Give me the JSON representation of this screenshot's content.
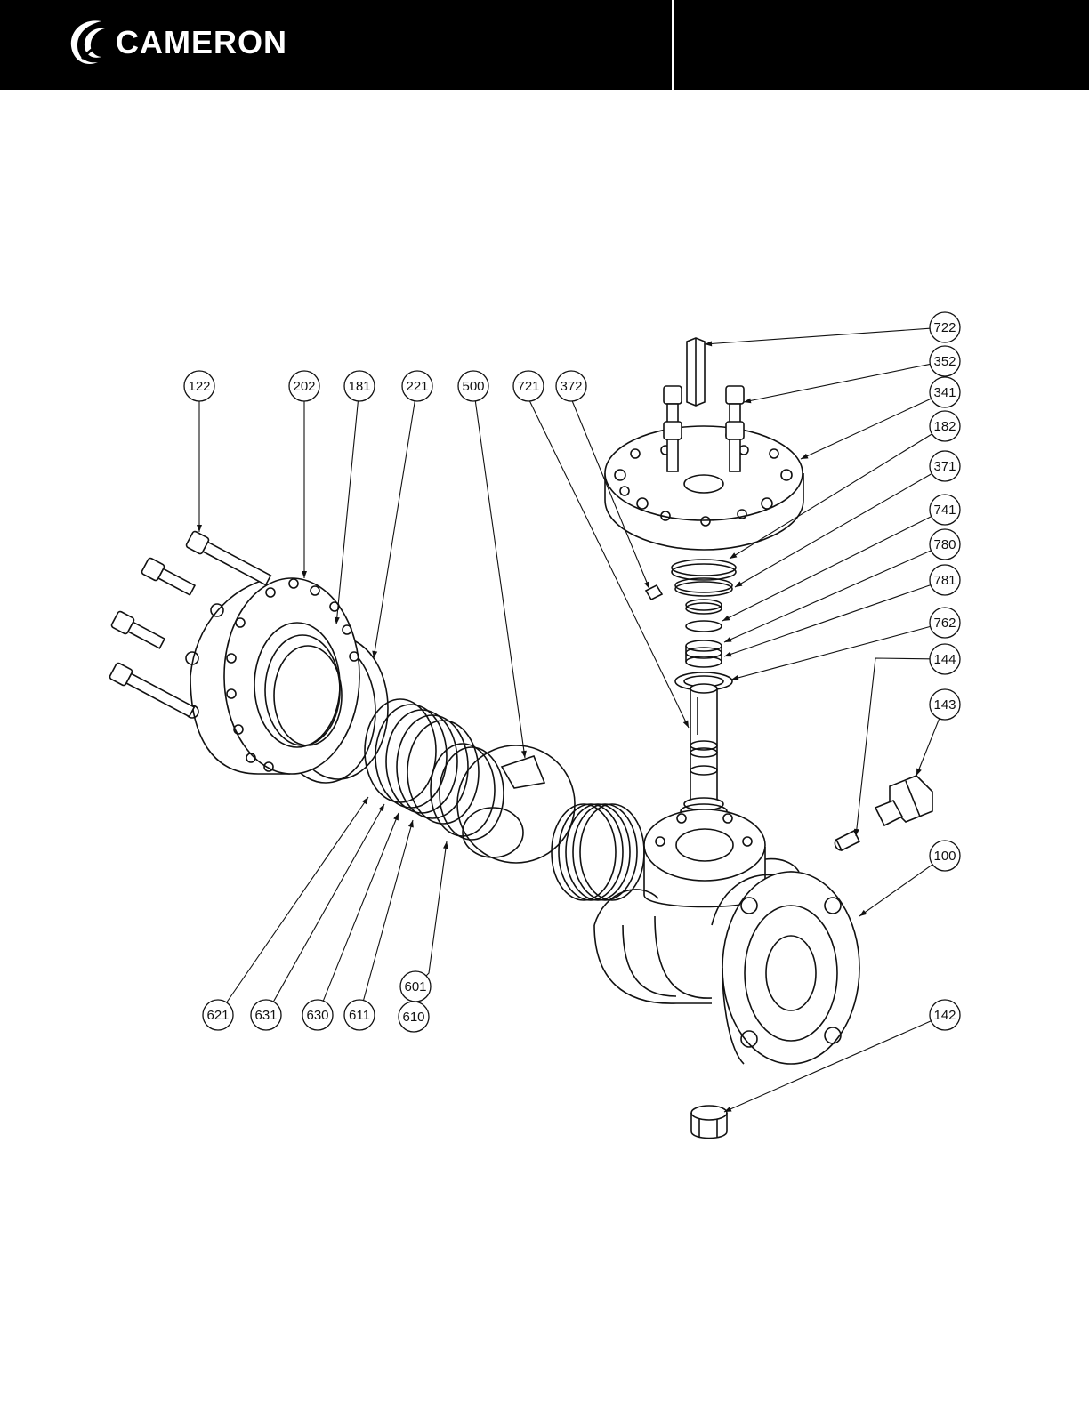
{
  "header": {
    "brand": "CAMERON",
    "logo_icon": "cameron-c-swoosh-icon",
    "background": "#000000",
    "text_color": "#ffffff"
  },
  "diagram": {
    "line_color": "#111111",
    "callouts": [
      {
        "id": "c722",
        "label": "722"
      },
      {
        "id": "c352",
        "label": "352"
      },
      {
        "id": "c341",
        "label": "341"
      },
      {
        "id": "c182",
        "label": "182"
      },
      {
        "id": "c371",
        "label": "371"
      },
      {
        "id": "c741",
        "label": "741"
      },
      {
        "id": "c780",
        "label": "780"
      },
      {
        "id": "c781",
        "label": "781"
      },
      {
        "id": "c762",
        "label": "762"
      },
      {
        "id": "c144",
        "label": "144"
      },
      {
        "id": "c143",
        "label": "143"
      },
      {
        "id": "c100",
        "label": "100"
      },
      {
        "id": "c142",
        "label": "142"
      },
      {
        "id": "c122",
        "label": "122"
      },
      {
        "id": "c202",
        "label": "202"
      },
      {
        "id": "c181",
        "label": "181"
      },
      {
        "id": "c221",
        "label": "221"
      },
      {
        "id": "c500",
        "label": "500"
      },
      {
        "id": "c721",
        "label": "721"
      },
      {
        "id": "c372",
        "label": "372"
      },
      {
        "id": "c621",
        "label": "621"
      },
      {
        "id": "c631",
        "label": "631"
      },
      {
        "id": "c630",
        "label": "630"
      },
      {
        "id": "c611",
        "label": "611"
      },
      {
        "id": "c601",
        "label": "601"
      },
      {
        "id": "c610",
        "label": "610"
      }
    ]
  }
}
